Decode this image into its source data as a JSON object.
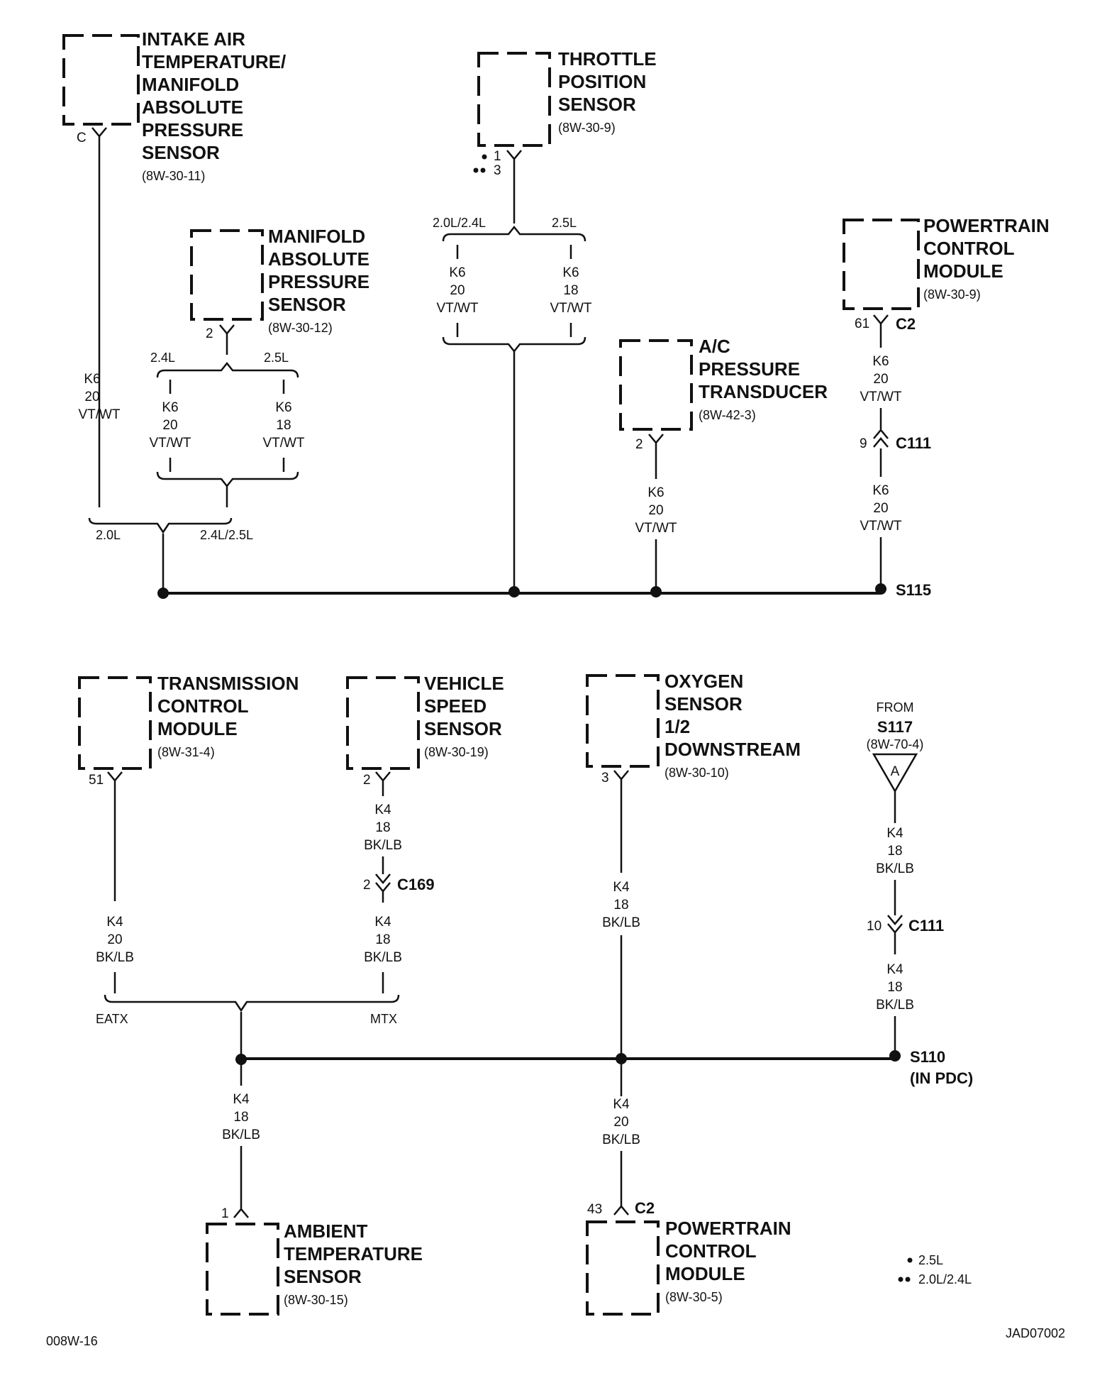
{
  "components": {
    "iat_map": {
      "lines": [
        "INTAKE AIR",
        "TEMPERATURE/",
        "MANIFOLD",
        "ABSOLUTE",
        "PRESSURE",
        "SENSOR"
      ],
      "ref": "(8W-30-11)",
      "pin": "C"
    },
    "tps": {
      "lines": [
        "THROTTLE",
        "POSITION",
        "SENSOR"
      ],
      "ref": "(8W-30-9)",
      "pin_a": "1",
      "pin_b": "3"
    },
    "map": {
      "lines": [
        "MANIFOLD",
        "ABSOLUTE",
        "PRESSURE",
        "SENSOR"
      ],
      "ref": "(8W-30-12)",
      "pin": "2"
    },
    "pcm_top": {
      "lines": [
        "POWERTRAIN",
        "CONTROL",
        "MODULE"
      ],
      "ref": "(8W-30-9)",
      "pin": "61",
      "conn": "C2"
    },
    "ac": {
      "lines": [
        "A/C",
        "PRESSURE",
        "TRANSDUCER"
      ],
      "ref": "(8W-42-3)",
      "pin": "2"
    },
    "tcm": {
      "lines": [
        "TRANSMISSION",
        "CONTROL",
        "MODULE"
      ],
      "ref": "(8W-31-4)",
      "pin": "51"
    },
    "vss": {
      "lines": [
        "VEHICLE",
        "SPEED",
        "SENSOR"
      ],
      "ref": "(8W-30-19)",
      "pin": "2"
    },
    "o2": {
      "lines": [
        "OXYGEN",
        "SENSOR",
        "1/2",
        "DOWNSTREAM"
      ],
      "ref": "(8W-30-10)",
      "pin": "3"
    },
    "ambient": {
      "lines": [
        "AMBIENT",
        "TEMPERATURE",
        "SENSOR"
      ],
      "ref": "(8W-30-15)",
      "pin": "1"
    },
    "pcm_bottom": {
      "lines": [
        "POWERTRAIN",
        "CONTROL",
        "MODULE"
      ],
      "ref": "(8W-30-5)",
      "pin": "43",
      "conn": "C2"
    }
  },
  "wires": {
    "iat": [
      "K6",
      "20",
      "VT/WT"
    ],
    "map_24": [
      "K6",
      "20",
      "VT/WT"
    ],
    "map_25": [
      "K6",
      "18",
      "VT/WT"
    ],
    "tps_2024": [
      "K6",
      "20",
      "VT/WT"
    ],
    "tps_25": [
      "K6",
      "18",
      "VT/WT"
    ],
    "ac": [
      "K6",
      "20",
      "VT/WT"
    ],
    "pcm_upper": [
      "K6",
      "20",
      "VT/WT"
    ],
    "pcm_lower": [
      "K6",
      "20",
      "VT/WT"
    ],
    "tcm": [
      "K4",
      "20",
      "BK/LB"
    ],
    "vss_upper": [
      "K4",
      "18",
      "BK/LB"
    ],
    "vss_lower": [
      "K4",
      "18",
      "BK/LB"
    ],
    "o2": [
      "K4",
      "18",
      "BK/LB"
    ],
    "s117_upper": [
      "K4",
      "18",
      "BK/LB"
    ],
    "s117_lower": [
      "K4",
      "18",
      "BK/LB"
    ],
    "ambient": [
      "K4",
      "18",
      "BK/LB"
    ],
    "pcm_bottom": [
      "K4",
      "20",
      "BK/LB"
    ]
  },
  "variants": {
    "map_left": "2.4L",
    "map_right": "2.5L",
    "tps_left": "2.0L/2.4L",
    "tps_right": "2.5L",
    "bus_left": "2.0L",
    "bus_right": "2.4L/2.5L",
    "eatx": "EATX",
    "mtx": "MTX"
  },
  "connectors": {
    "c111_top": {
      "label": "C111",
      "pin": "9"
    },
    "c169": {
      "label": "C169",
      "pin": "2"
    },
    "c111_bottom": {
      "label": "C111",
      "pin": "10"
    }
  },
  "splices": {
    "s115": "S115",
    "s110": [
      "S110",
      "(IN PDC)"
    ],
    "s117": {
      "from": "FROM",
      "name": "S117",
      "ref": "(8W-70-4)",
      "marker": "A"
    }
  },
  "legend": {
    "single": "2.5L",
    "double": "2.0L/2.4L"
  },
  "footer": {
    "left": "008W-16",
    "right": "JAD07002"
  }
}
